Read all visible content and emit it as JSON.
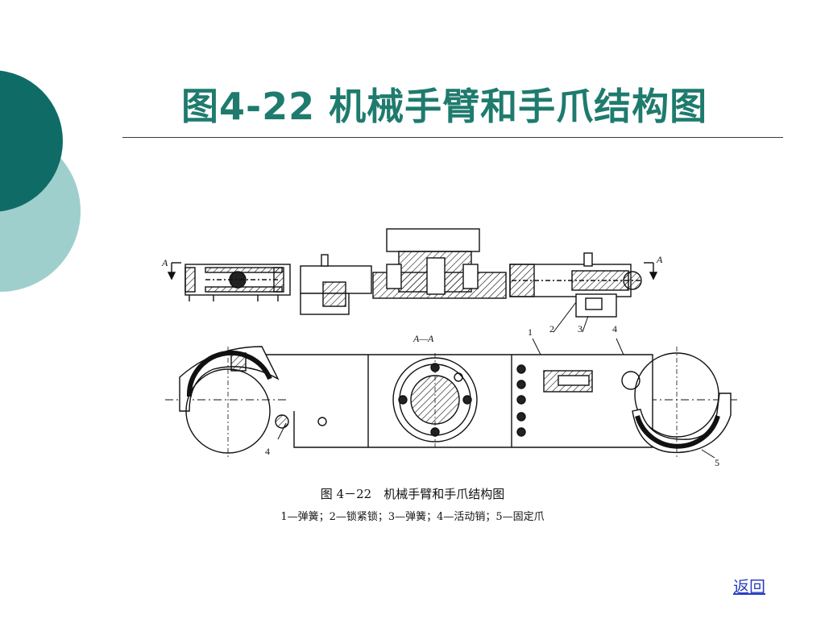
{
  "slide": {
    "title": "图4-22 机械手臂和手爪结构图",
    "back_link": "返回",
    "colors": {
      "teal_dark": "#0f6b66",
      "teal_light": "#9fcfcc",
      "title": "#1e7b6e",
      "link": "#2a3fbf"
    }
  },
  "figure": {
    "caption": "图 4－22　机械手臂和手爪结构图",
    "legend": "1—弹簧；2—锁紧锁；3—弹簧；4—活动销；5—固定爪",
    "labels": {
      "section_a_left": "A",
      "section_a_right": "A",
      "section_view": "A—A",
      "part_1": "1",
      "part_2": "2",
      "part_3": "3",
      "part_4_top": "4",
      "part_4_bottom": "4",
      "part_5": "5"
    }
  }
}
